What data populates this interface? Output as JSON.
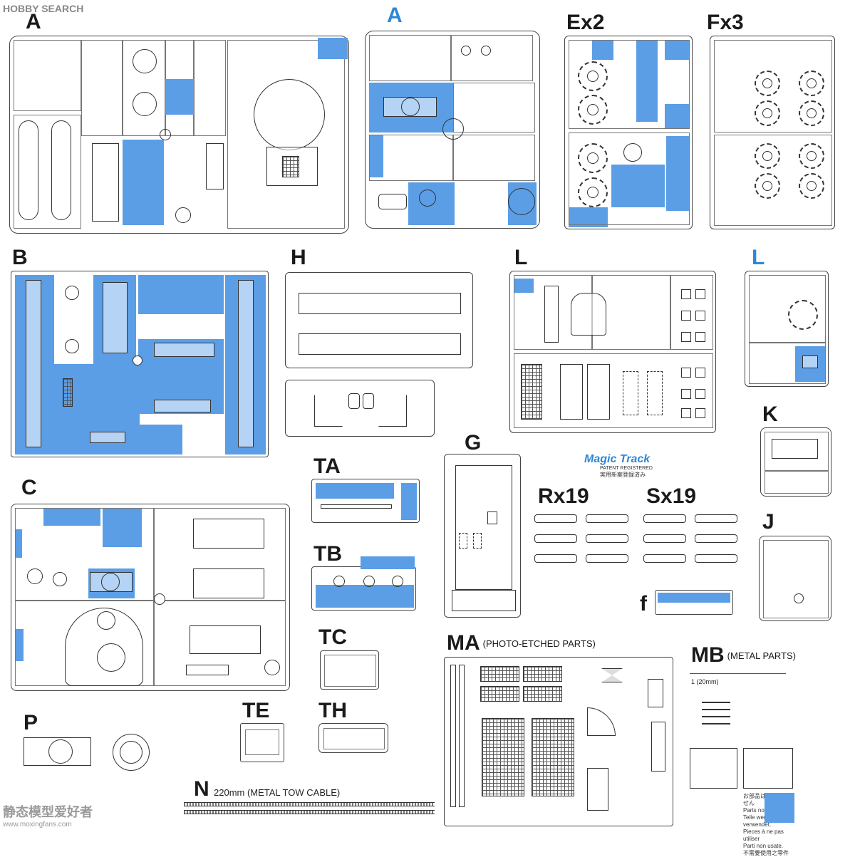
{
  "watermark": {
    "text": "HOBBY SEARCH"
  },
  "watermark_bottom": {
    "text": "静态模型爱好者",
    "url": "www.moxingfans.com"
  },
  "labels": {
    "A": "A",
    "A_blue": "A",
    "Ex2": "Ex2",
    "Fx3": "Fx3",
    "B": "B",
    "H": "H",
    "L": "L",
    "L_blue": "L",
    "C": "C",
    "TA": "TA",
    "G": "G",
    "K": "K",
    "Rx19": "Rx19",
    "Sx19": "Sx19",
    "TB": "TB",
    "J": "J",
    "f": "f",
    "TC": "TC",
    "MA": "MA",
    "MB": "MB",
    "P": "P",
    "TE": "TE",
    "TH": "TH",
    "N": "N"
  },
  "ma_note": "(PHOTO-ETCHED PARTS)",
  "mb_note": "(METAL PARTS)",
  "mb_item": "1 (20mm)",
  "n_note": "220mm (METAL TOW CABLE)",
  "magic_track": {
    "logo": "Magic Track",
    "patent": "PATENT REGISTERED",
    "jp": "実用新案登録済み"
  },
  "warnings": [
    "お部品は使用しません",
    "Parts not for use.",
    "Teile werden nicht verwendet.",
    "Pieces à ne pas utiliser",
    "Parti non usate.",
    "不需要使用之零件"
  ],
  "colors": {
    "highlight": "#5b9ee6",
    "label_blue": "#2f86d6",
    "outline": "#444444"
  }
}
